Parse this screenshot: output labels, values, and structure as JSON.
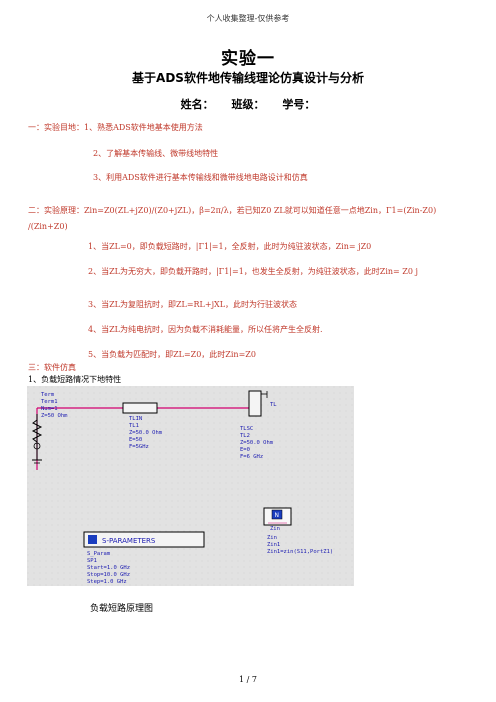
{
  "header": "个人收集整理-仅供参考",
  "title": "实验一",
  "subtitle": "基于ADS软件地传输线理论仿真设计与分析",
  "name_line": [
    "姓名：",
    "班级：",
    "学号："
  ],
  "purpose": {
    "label": "一：实验目地：",
    "items": [
      "1、熟悉ADS软件地基本使用方法",
      "2、了解基本传输线、微带线地特性",
      "3、利用ADS软件进行基本传输线和微带线地电路设计和仿真"
    ]
  },
  "principle": {
    "line1": "二：实验原理：Zin=Z0(ZL+jZ0)/(Z0+jZL)，β=2π/λ，若已知Z0 ZL就可以知道任意一点地Zin，Γ1=(Zin-Z0)",
    "line2": "/(Zin+Z0)",
    "items": [
      "1、当ZL=0，即负载短路时，|Γ1|=1，全反射，此时为纯驻波状态，Zin= jZ0",
      "2、当ZL为无穷大，即负载开路时，|Γ1|=1，也发生全反射，为纯驻波状态，此时Zin= Z0 j",
      "3、当ZL为复阻抗时，即ZL=RL+jXL，此时为行驻波状态",
      "4、当ZL为纯电抗时，因为负载不消耗能量，所以任将产生全反射.",
      "5、当负载为匹配时，即ZL=Z0，此时Zin=Z0"
    ]
  },
  "simulation": {
    "label": "三：软件仿真",
    "item1": "1、负载短路情况下地特性"
  },
  "schematic": {
    "term": [
      "Term",
      "Term1",
      "Num=1",
      "Z=50 Ohm"
    ],
    "tlin": [
      "TLIN",
      "TL1",
      "Z=50.0 Ohm",
      "E=50",
      "F=5GHz"
    ],
    "tlsc": [
      "TLSC",
      "TL2",
      "Z=50.0 Ohm",
      "E=0",
      "F=6 GHz"
    ],
    "sparam_title": "S-PARAMETERS",
    "sparam": [
      "S_Param",
      "SP1",
      "Start=1.0 GHz",
      "Stop=10.0 GHz",
      "Step=1.0 GHz"
    ],
    "zin": [
      "Zin",
      "Zin1",
      "Zin1=zin(S11,PortZ1)"
    ],
    "zin_box": "Zin",
    "n_label": "N",
    "tl_label": "TL"
  },
  "caption": "负载短路原理图",
  "page_number": "1 / 7"
}
